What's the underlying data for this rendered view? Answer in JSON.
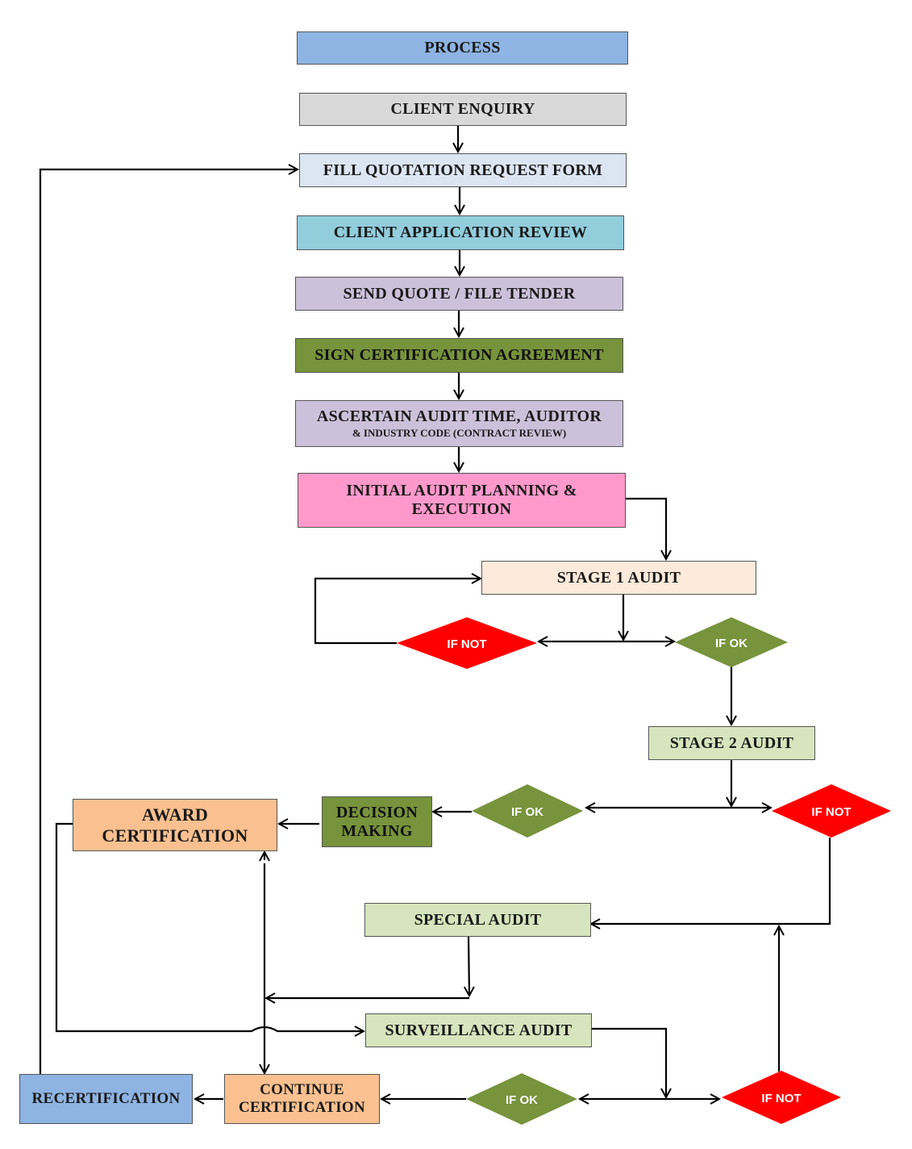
{
  "nodes": {
    "process": {
      "label": "PROCESS",
      "color": "#8eb4e3"
    },
    "client_enquiry": {
      "label": "CLIENT ENQUIRY",
      "color": "#d9d9d9"
    },
    "fill_quotation": {
      "label": "FILL QUOTATION REQUEST FORM",
      "color": "#dce6f2"
    },
    "application_review": {
      "label": "CLIENT APPLICATION REVIEW",
      "color": "#92cddc"
    },
    "send_quote": {
      "label": "SEND QUOTE / FILE TENDER",
      "color": "#ccc1da"
    },
    "sign_agreement": {
      "label": "SIGN CERTIFICATION AGREEMENT",
      "color": "#77933c"
    },
    "ascertain": {
      "label": "ASCERTAIN AUDIT TIME, AUDITOR",
      "sublabel": "& INDUSTRY CODE (CONTRACT REVIEW)",
      "color": "#ccc1da"
    },
    "initial_audit": {
      "label": "INITIAL AUDIT PLANNING &",
      "label2": "EXECUTION",
      "color": "#ff99cc"
    },
    "stage1": {
      "label": "STAGE 1 AUDIT",
      "color": "#fdeada"
    },
    "stage2": {
      "label": "STAGE 2 AUDIT",
      "color": "#d7e4bd"
    },
    "decision": {
      "label": "DECISION",
      "label2": "MAKING",
      "color": "#77933c"
    },
    "award": {
      "label": "AWARD",
      "label2": "CERTIFICATION",
      "color": "#fac090"
    },
    "special": {
      "label": "SPECIAL AUDIT",
      "color": "#d7e4bd"
    },
    "surveillance": {
      "label": "SURVEILLANCE AUDIT",
      "color": "#d7e4bd"
    },
    "continue_cert": {
      "label": "CONTINUE",
      "label2": "CERTIFICATION",
      "color": "#fac090"
    },
    "recertification": {
      "label": "RECERTIFICATION",
      "color": "#8eb4e3"
    }
  },
  "decisions": {
    "ok_label": "IF OK",
    "not_label": "IF NOT",
    "ok_color": "#77933c",
    "not_color": "#ff0000"
  }
}
